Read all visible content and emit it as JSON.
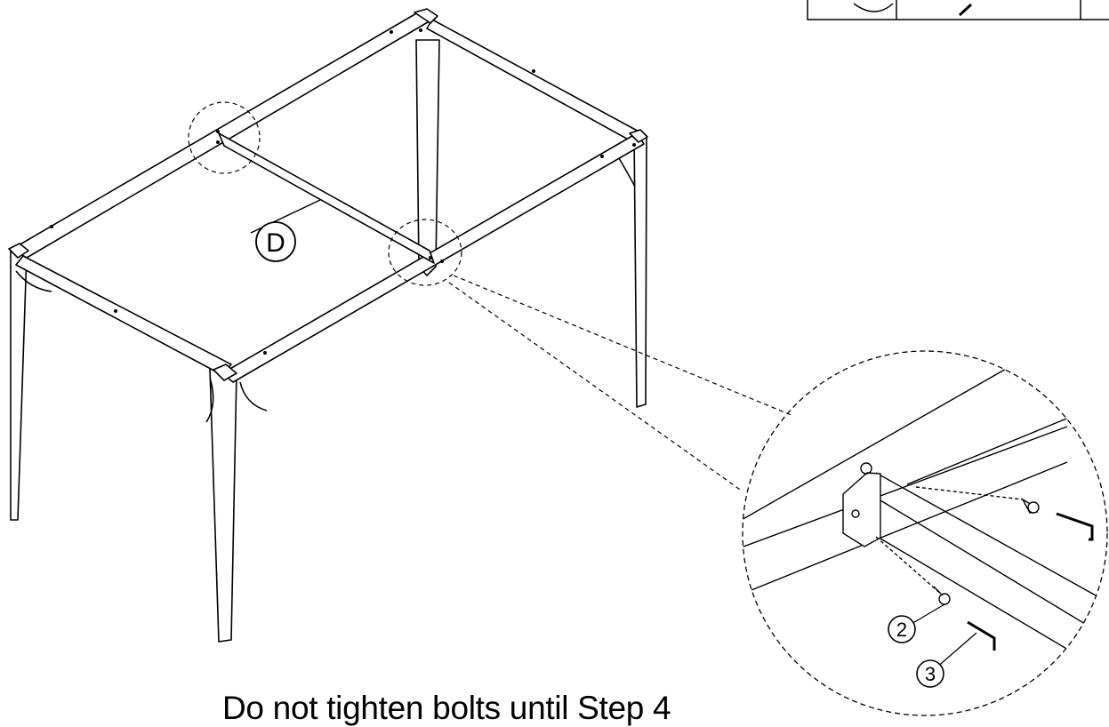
{
  "caption": "Do not tighten bolts until Step 4",
  "callouts": {
    "part_d": "D",
    "part_2": "2",
    "part_3": "3"
  },
  "colors": {
    "line": "#000000",
    "background": "#ffffff"
  }
}
